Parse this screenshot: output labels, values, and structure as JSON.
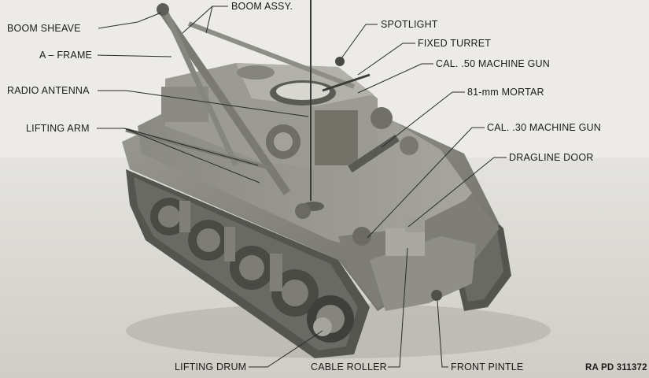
{
  "labels": {
    "boom_assy": "BOOM ASSY.",
    "boom_sheave": "BOOM SHEAVE",
    "spotlight": "SPOTLIGHT",
    "fixed_turret": "FIXED TURRET",
    "a_frame": "A – FRAME",
    "cal50": "CAL. .50 MACHINE GUN",
    "radio_antenna": "RADIO ANTENNA",
    "mortar": "81-mm MORTAR",
    "lifting_arm": "LIFTING ARM",
    "cal30": "CAL. .30 MACHINE GUN",
    "dragline_door": "DRAGLINE DOOR",
    "lifting_drum": "LIFTING DRUM",
    "cable_roller": "CABLE ROLLER",
    "front_pintle": "FRONT PINTLE"
  },
  "figure_id": "RA PD 311372"
}
